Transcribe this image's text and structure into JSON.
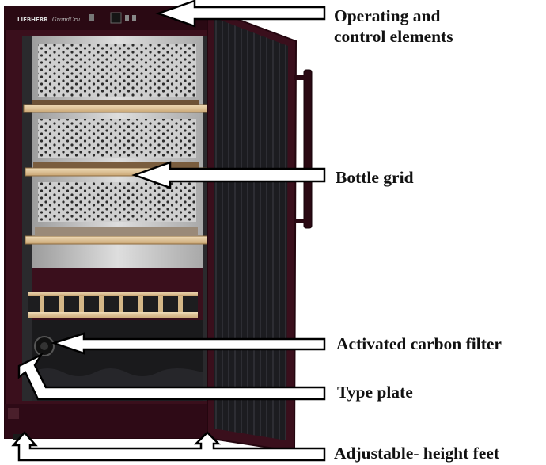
{
  "appliance": {
    "brand_mark": "LIEBHERR",
    "series_script": "GrandCru"
  },
  "callouts": {
    "operating_line1": "Operating and",
    "operating_line2": "control elements",
    "bottle_grid": "Bottle grid",
    "carbon_filter": "Activated carbon filter",
    "type_plate": "Type plate",
    "feet": "Adjustable- height feet"
  },
  "colors": {
    "cabinet": "#3a0f1c",
    "cabinet_edge": "#24060f",
    "interior_metal": "#c9c9c9",
    "shelf_wood": "#e4c9a0",
    "door_liner": "#1b1b1e",
    "arrow_fill": "#ffffff",
    "arrow_stroke": "#000000"
  }
}
